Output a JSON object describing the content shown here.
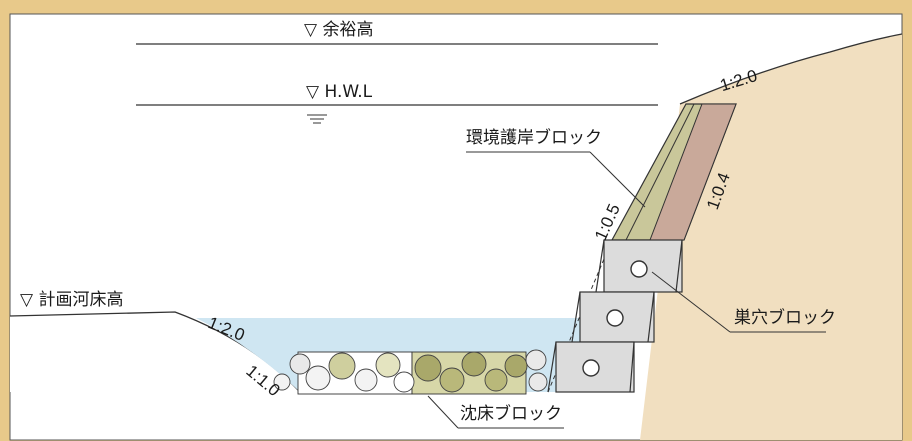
{
  "levels": {
    "freeboard": "▽ 余裕高",
    "hwl": "▽ H.W.L",
    "riverbed": "▽ 計画河床高"
  },
  "slopes": {
    "upper_bank": "1:2.0",
    "revetment": "1:0.5",
    "backfill": "1:0.4",
    "left_upper": "1:2.0",
    "left_lower": "1:1.0"
  },
  "components": {
    "environmental_revetment_block": "環境護岸ブロック",
    "nest_hole_block": "巣穴ブロック",
    "sinking_bed_block": "沈床ブロック"
  },
  "colors": {
    "background_frame": "#e8c98a",
    "panel": "#ffffff",
    "water": "#cfe6f2",
    "ground": "#f1dfc0",
    "revetment_block": "#c9c79a",
    "backfill": "#c9a99a",
    "nest_block": "#dcdcdc",
    "stones": "#a9a86a"
  }
}
